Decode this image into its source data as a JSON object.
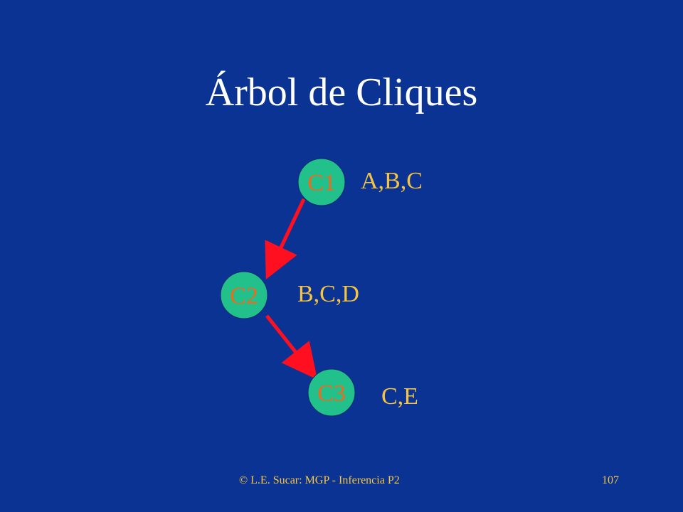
{
  "slide": {
    "title": "Árbol de Cliques",
    "footer": {
      "copyright": "© L.E. Sucar: MGP - Inferencia P2",
      "page_number": "107"
    }
  },
  "colors": {
    "background": "#0b3393",
    "title_text": "#ffffff",
    "node_fill": "#22c08a",
    "node_label": "#ee6a1f",
    "set_label": "#f5c542",
    "edge": "#ff0f1f"
  },
  "diagram": {
    "nodes": [
      {
        "id": "C1",
        "label": "C1",
        "variables": "A,B,C"
      },
      {
        "id": "C2",
        "label": "C2",
        "variables": "B,C,D"
      },
      {
        "id": "C3",
        "label": "C3",
        "variables": "C,E"
      }
    ],
    "edges": [
      {
        "from": "C1",
        "to": "C2"
      },
      {
        "from": "C2",
        "to": "C3"
      }
    ]
  }
}
